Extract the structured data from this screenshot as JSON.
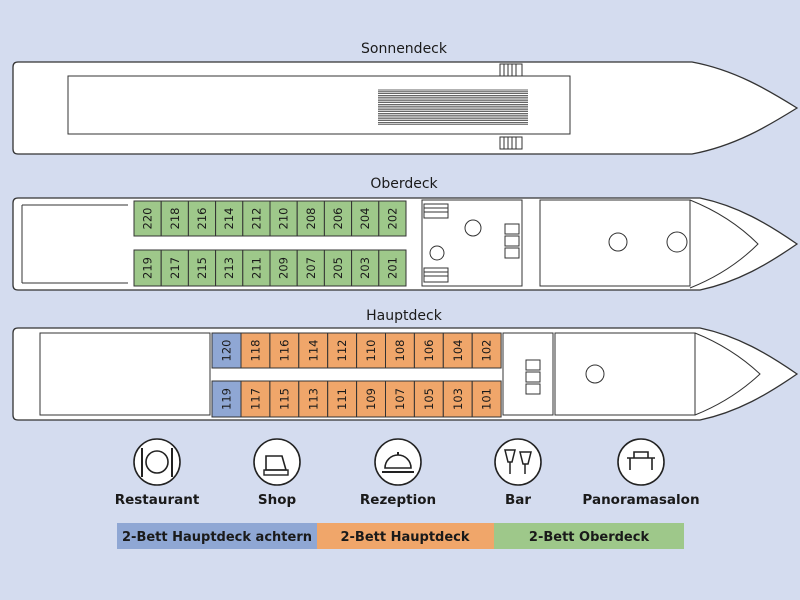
{
  "decks": {
    "sonnendeck": {
      "title": "Sonnendeck"
    },
    "oberdeck": {
      "title": "Oberdeck",
      "top_row": [
        "220",
        "218",
        "216",
        "214",
        "212",
        "210",
        "208",
        "206",
        "204",
        "202"
      ],
      "bottom_row": [
        "219",
        "217",
        "215",
        "213",
        "211",
        "209",
        "207",
        "205",
        "203",
        "201"
      ],
      "color": "#9ec88a"
    },
    "hauptdeck": {
      "title": "Hauptdeck",
      "aft_top": "120",
      "aft_bottom": "119",
      "top_row": [
        "118",
        "116",
        "114",
        "112",
        "110",
        "108",
        "106",
        "104",
        "102"
      ],
      "bottom_row": [
        "117",
        "115",
        "113",
        "111",
        "109",
        "107",
        "105",
        "103",
        "101"
      ],
      "aft_color": "#8fa7d4",
      "color": "#f0a66a"
    }
  },
  "legend": [
    {
      "label": "Restaurant",
      "icon": "restaurant-icon"
    },
    {
      "label": "Shop",
      "icon": "shop-icon"
    },
    {
      "label": "Rezeption",
      "icon": "reception-icon"
    },
    {
      "label": "Bar",
      "icon": "bar-icon"
    },
    {
      "label": "Panoramasalon",
      "icon": "panorama-salon-icon"
    }
  ],
  "categories": [
    {
      "label": "2-Bett Hauptdeck achtern",
      "color": "#8fa7d4"
    },
    {
      "label": "2-Bett Hauptdeck",
      "color": "#f0a66a"
    },
    {
      "label": "2-Bett Oberdeck",
      "color": "#9ec88a"
    }
  ]
}
